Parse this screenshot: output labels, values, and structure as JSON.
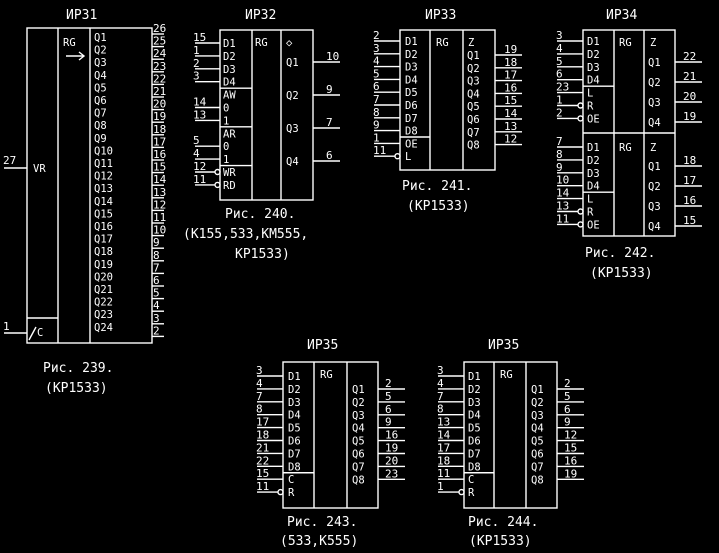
{
  "chips": [
    {
      "id": "ir31",
      "title": "ИР31",
      "qlabels": [
        "Q1",
        "Q2",
        "Q3",
        "Q4",
        "Q5",
        "Q6",
        "Q7",
        "Q8",
        "Q9",
        "Q10",
        "Q11",
        "Q12",
        "Q13",
        "Q14",
        "Q15",
        "Q16",
        "Q17",
        "Q18",
        "Q19",
        "Q20",
        "Q21",
        "Q22",
        "Q23",
        "Q24"
      ],
      "qpins": [
        "26",
        "25",
        "24",
        "23",
        "22",
        "21",
        "20",
        "19",
        "18",
        "17",
        "16",
        "15",
        "14",
        "13",
        "12",
        "11",
        "10",
        "9",
        "8",
        "7",
        "6",
        "5",
        "4",
        "3",
        "2"
      ],
      "rg": "RG",
      "vr_label": "VR",
      "vr_pin": "27",
      "c_label": "C",
      "c_pin": "1",
      "caption": [
        "Рис. 239.",
        "(КР1533)"
      ]
    },
    {
      "id": "ir32",
      "title": "ИР32",
      "rg": "RG",
      "diamond": "◇",
      "inputs": [
        {
          "label": "D1",
          "pin": "15"
        },
        {
          "label": "D2",
          "pin": "1"
        },
        {
          "label": "D3",
          "pin": "2"
        },
        {
          "label": "D4",
          "pin": "3"
        },
        {
          "label": "AW",
          "pin": ""
        },
        {
          "label": "0",
          "pin": "14"
        },
        {
          "label": "1",
          "pin": "13"
        },
        {
          "label": "AR",
          "pin": ""
        },
        {
          "label": "0",
          "pin": "5"
        },
        {
          "label": "1",
          "pin": "4"
        },
        {
          "label": "WR",
          "pin": "12"
        },
        {
          "label": "RD",
          "pin": "11"
        }
      ],
      "outputs": [
        {
          "label": "Q1",
          "pin": "10"
        },
        {
          "label": "Q2",
          "pin": "9"
        },
        {
          "label": "Q3",
          "pin": "7"
        },
        {
          "label": "Q4",
          "pin": "6"
        }
      ],
      "caption": [
        "Рис. 240.",
        "(К155,533,КМ555,",
        "КР1533)"
      ]
    },
    {
      "id": "ir33",
      "title": "ИР33",
      "rg": "RG",
      "z": "Z",
      "inputs": [
        {
          "label": "D1",
          "pin": "2"
        },
        {
          "label": "D2",
          "pin": "3"
        },
        {
          "label": "D3",
          "pin": "4"
        },
        {
          "label": "D4",
          "pin": "5"
        },
        {
          "label": "D5",
          "pin": "6"
        },
        {
          "label": "D6",
          "pin": "7"
        },
        {
          "label": "D7",
          "pin": "8"
        },
        {
          "label": "D8",
          "pin": "9"
        },
        {
          "label": "OE",
          "pin": "1"
        },
        {
          "label": "L",
          "pin": "11"
        }
      ],
      "outputs": [
        {
          "label": "Q1",
          "pin": "19"
        },
        {
          "label": "Q2",
          "pin": "18"
        },
        {
          "label": "Q3",
          "pin": "17"
        },
        {
          "label": "Q4",
          "pin": "16"
        },
        {
          "label": "Q5",
          "pin": "15"
        },
        {
          "label": "Q6",
          "pin": "14"
        },
        {
          "label": "Q7",
          "pin": "13"
        },
        {
          "label": "Q8",
          "pin": "12"
        }
      ],
      "caption": [
        "Рис. 241.",
        "(КР1533)"
      ]
    },
    {
      "id": "ir34",
      "title": "ИР34",
      "sections": [
        {
          "rg": "RG",
          "z": "Z",
          "inputs": [
            {
              "label": "D1",
              "pin": "3"
            },
            {
              "label": "D2",
              "pin": "4"
            },
            {
              "label": "D3",
              "pin": "5"
            },
            {
              "label": "D4",
              "pin": "6"
            },
            {
              "label": "L",
              "pin": "23"
            },
            {
              "label": "R",
              "pin": "1"
            },
            {
              "label": "OE",
              "pin": "2"
            }
          ],
          "outputs": [
            {
              "label": "Q1",
              "pin": "22"
            },
            {
              "label": "Q2",
              "pin": "21"
            },
            {
              "label": "Q3",
              "pin": "20"
            },
            {
              "label": "Q4",
              "pin": "19"
            }
          ]
        },
        {
          "rg": "RG",
          "z": "Z",
          "inputs": [
            {
              "label": "D1",
              "pin": "7"
            },
            {
              "label": "D2",
              "pin": "8"
            },
            {
              "label": "D3",
              "pin": "9"
            },
            {
              "label": "D4",
              "pin": "10"
            },
            {
              "label": "L",
              "pin": "14"
            },
            {
              "label": "R",
              "pin": "13"
            },
            {
              "label": "OE",
              "pin": "11"
            }
          ],
          "outputs": [
            {
              "label": "Q1",
              "pin": "18"
            },
            {
              "label": "Q2",
              "pin": "17"
            },
            {
              "label": "Q3",
              "pin": "16"
            },
            {
              "label": "Q4",
              "pin": "15"
            }
          ]
        }
      ],
      "caption": [
        "Рис. 242.",
        "(КР1533)"
      ]
    },
    {
      "id": "ir35a",
      "title": "ИР35",
      "rg": "RG",
      "inputs": [
        {
          "label": "D1",
          "pin": "3"
        },
        {
          "label": "D2",
          "pin": "4"
        },
        {
          "label": "D3",
          "pin": "7"
        },
        {
          "label": "D4",
          "pin": "8"
        },
        {
          "label": "D5",
          "pin": "17"
        },
        {
          "label": "D6",
          "pin": "18"
        },
        {
          "label": "D7",
          "pin": "21"
        },
        {
          "label": "D8",
          "pin": "22"
        },
        {
          "label": "C",
          "pin": "15"
        },
        {
          "label": "R",
          "pin": "11"
        }
      ],
      "outputs": [
        {
          "label": "Q1",
          "pin": "2"
        },
        {
          "label": "Q2",
          "pin": "5"
        },
        {
          "label": "Q3",
          "pin": "6"
        },
        {
          "label": "Q4",
          "pin": "9"
        },
        {
          "label": "Q5",
          "pin": "16"
        },
        {
          "label": "Q6",
          "pin": "19"
        },
        {
          "label": "Q7",
          "pin": "20"
        },
        {
          "label": "Q8",
          "pin": "23"
        }
      ],
      "caption": [
        "Рис. 243.",
        "(533,К555)"
      ]
    },
    {
      "id": "ir35b",
      "title": "ИР35",
      "rg": "RG",
      "inputs": [
        {
          "label": "D1",
          "pin": "3"
        },
        {
          "label": "D2",
          "pin": "4"
        },
        {
          "label": "D3",
          "pin": "7"
        },
        {
          "label": "D4",
          "pin": "8"
        },
        {
          "label": "D5",
          "pin": "13"
        },
        {
          "label": "D6",
          "pin": "14"
        },
        {
          "label": "D7",
          "pin": "17"
        },
        {
          "label": "D8",
          "pin": "18"
        },
        {
          "label": "C",
          "pin": "11"
        },
        {
          "label": "R",
          "pin": "1"
        }
      ],
      "outputs": [
        {
          "label": "Q1",
          "pin": "2"
        },
        {
          "label": "Q2",
          "pin": "5"
        },
        {
          "label": "Q3",
          "pin": "6"
        },
        {
          "label": "Q4",
          "pin": "9"
        },
        {
          "label": "Q5",
          "pin": "12"
        },
        {
          "label": "Q6",
          "pin": "15"
        },
        {
          "label": "Q7",
          "pin": "16"
        },
        {
          "label": "Q8",
          "pin": "19"
        }
      ],
      "caption": [
        "Рис. 244.",
        "(КР1533)"
      ]
    }
  ]
}
